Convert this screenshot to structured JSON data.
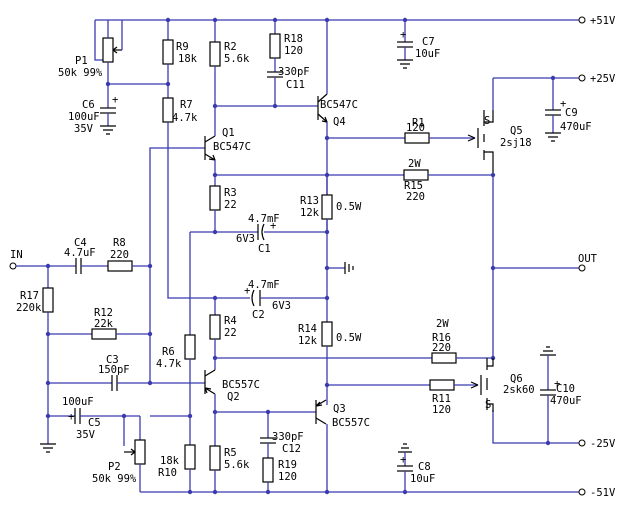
{
  "rails": {
    "pos51": "+51V",
    "pos25": "+25V",
    "neg25": "-25V",
    "neg51": "-51V",
    "out": "OUT",
    "in": "IN"
  },
  "resistors": {
    "R9": {
      "ref": "R9",
      "value": "18k"
    },
    "R2": {
      "ref": "R2",
      "value": "5.6k"
    },
    "R18": {
      "ref": "R18",
      "value": "120"
    },
    "R7": {
      "ref": "R7",
      "value": "4.7k"
    },
    "R3": {
      "ref": "R3",
      "value": "22"
    },
    "R13": {
      "ref": "R13",
      "value": "12k",
      "power": "0.5W"
    },
    "R1": {
      "ref": "R1",
      "value": "120"
    },
    "R15": {
      "ref": "R15",
      "value": "220",
      "power": "2W"
    },
    "R8": {
      "ref": "R8",
      "value": "220"
    },
    "R17": {
      "ref": "R17",
      "value": "220k"
    },
    "R12": {
      "ref": "R12",
      "value": "22k"
    },
    "R4": {
      "ref": "R4",
      "value": "22"
    },
    "R14": {
      "ref": "R14",
      "value": "12k",
      "power": "0.5W"
    },
    "R16": {
      "ref": "R16",
      "value": "220",
      "power": "2W"
    },
    "R6": {
      "ref": "R6",
      "value": "4.7k"
    },
    "R11": {
      "ref": "R11",
      "value": "120"
    },
    "R10": {
      "ref": "R10",
      "value": "18k"
    },
    "R5": {
      "ref": "R5",
      "value": "5.6k"
    },
    "R19": {
      "ref": "R19",
      "value": "120"
    }
  },
  "caps": {
    "C7": {
      "ref": "C7",
      "value": "10uF"
    },
    "C11": {
      "ref": "C11",
      "value": "330pF"
    },
    "C6": {
      "ref": "C6",
      "value": "100uF",
      "voltage": "35V"
    },
    "C9": {
      "ref": "C9",
      "value": "470uF"
    },
    "C1": {
      "ref": "C1",
      "value": "4.7mF",
      "voltage": "6V3"
    },
    "C4": {
      "ref": "C4",
      "value": "4.7uF"
    },
    "C2": {
      "ref": "C2",
      "value": "4.7mF",
      "voltage": "6V3"
    },
    "C3": {
      "ref": "C3",
      "value": "150pF"
    },
    "C5": {
      "ref": "C5",
      "value": "100uF",
      "voltage": "35V"
    },
    "C12": {
      "ref": "C12",
      "value": "330pF"
    },
    "C10": {
      "ref": "C10",
      "value": "470uF"
    },
    "C8": {
      "ref": "C8",
      "value": "10uF"
    }
  },
  "pots": {
    "P1": {
      "ref": "P1",
      "value": "50k 99%"
    },
    "P2": {
      "ref": "P2",
      "value": "50k 99%"
    }
  },
  "transistors": {
    "Q1": {
      "ref": "Q1",
      "part": "BC547C"
    },
    "Q4": {
      "ref": "Q4",
      "part": "BC547C"
    },
    "Q2": {
      "ref": "Q2",
      "part": "BC557C"
    },
    "Q3": {
      "ref": "Q3",
      "part": "BC557C"
    },
    "Q5": {
      "ref": "Q5",
      "part": "2sj18"
    },
    "Q6": {
      "ref": "Q6",
      "part": "2sk60"
    }
  },
  "pins": {
    "s": "S"
  }
}
